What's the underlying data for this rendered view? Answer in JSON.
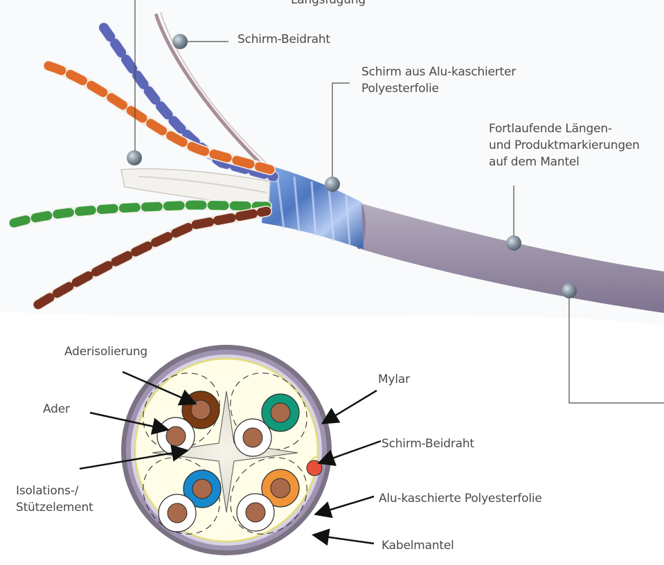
{
  "cable_labels": {
    "top_partial": "Längsfügung",
    "shield_drain_wire": "Schirm-Beidraht",
    "shield_foil_line1": "Schirm aus Alu-kaschierter",
    "shield_foil_line2": "Polyesterfolie",
    "marking_line1": "Fortlaufende Längen-",
    "marking_line2": "und Produktmarkierungen",
    "marking_line3": "auf dem Mantel"
  },
  "cross_section_labels": {
    "insulation": "Aderisolierung",
    "conductor": "Ader",
    "separator_line1": "Isolations-/",
    "separator_line2": "Stützelement",
    "mylar": "Mylar",
    "drain_wire": "Schirm-Beidraht",
    "foil": "Alu-kaschierte Polyesterfolie",
    "jacket": "Kabelmantel"
  },
  "colors": {
    "jacket": "#9b8fa8",
    "pair_brown": "#7a3a12",
    "pair_green": "#12997a",
    "pair_blue": "#1788cc",
    "pair_orange": "#f0943a",
    "drain_wire": "#e8503c",
    "foil": "#5f86c8",
    "callout_dot": "#7f8c96"
  }
}
